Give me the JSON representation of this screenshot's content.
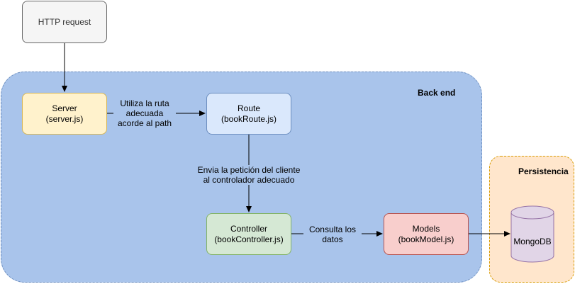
{
  "diagram": {
    "regions": {
      "backend": {
        "label": "Back end"
      },
      "persistence": {
        "label": "Persistencia"
      }
    },
    "nodes": {
      "http": {
        "label": "HTTP request"
      },
      "server": {
        "line1": "Server",
        "line2": "(server.js)"
      },
      "route": {
        "line1": "Route",
        "line2": "(bookRoute.js)"
      },
      "controller": {
        "line1": "Controller",
        "line2": "(bookController.js)"
      },
      "models": {
        "line1": "Models",
        "line2": "(bookModel.js)"
      },
      "mongodb": {
        "label": "MongoDB"
      }
    },
    "edge_labels": {
      "server_route": {
        "line1": "Utiliza la ruta",
        "line2": "adecuada",
        "line3": "acorde al path"
      },
      "route_controller": {
        "line1": "Envia la petición del cliente",
        "line2": "al controlador adecuado"
      },
      "controller_models": {
        "line1": "Consulta los",
        "line2": "datos"
      }
    },
    "colors": {
      "backend_fill": "#a9c4eb",
      "persistence_fill": "#ffe6cc",
      "server_fill": "#fff2cc",
      "route_fill": "#dae8fc",
      "controller_fill": "#d5e8d4",
      "models_fill": "#f8cecc",
      "db_fill": "#e1d5e7"
    }
  }
}
